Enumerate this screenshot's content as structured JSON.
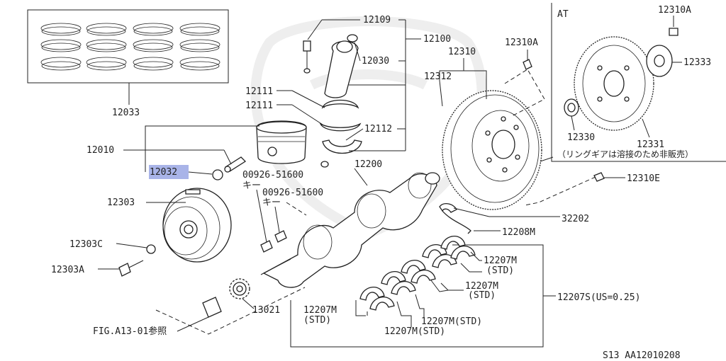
{
  "labels": {
    "p12033": "12033",
    "p12109": "12109",
    "p12100": "12100",
    "p12030": "12030",
    "p12111a": "12111",
    "p12111b": "12111",
    "p12112": "12112",
    "p12010": "12010",
    "p12032": "12032",
    "p00926a": "00926-51600",
    "key_a": "キー",
    "p00926b": "00926-51600",
    "key_b": "キー",
    "p12200": "12200",
    "p12303": "12303",
    "p12303C": "12303C",
    "p12303A": "12303A",
    "p13021": "13021",
    "fig_ref": "FIG.A13-01参照",
    "p12310": "12310",
    "p12312": "12312",
    "p12310A_left": "12310A",
    "p32202": "32202",
    "p12208M": "12208M",
    "p12310E": "12310E",
    "at_title": "AT",
    "p12310A_right": "12310A",
    "p12333": "12333",
    "p12330": "12330",
    "p12331": "12331",
    "p12331_note": "（リングギアは溶接のため非販売）",
    "b1": "12207M",
    "b1s": "(STD)",
    "b2": "12207M",
    "b2s": "(STD)",
    "b3": "12207M",
    "b3s": "(STD)",
    "b4": "12207M(STD)",
    "b5": "12207M(STD)",
    "p12207S": "12207S(US=0.25)",
    "footer": "S13   AA12010208"
  }
}
